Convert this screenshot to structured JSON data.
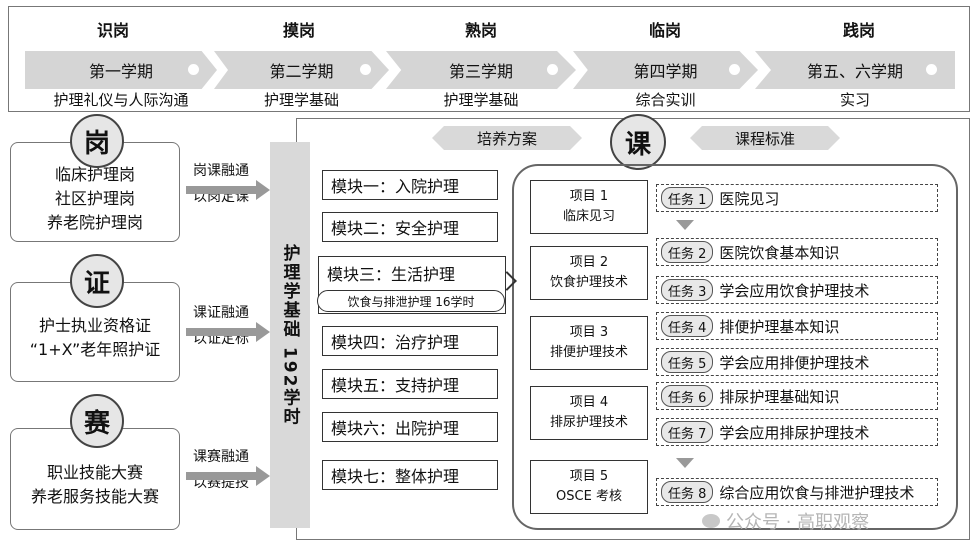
{
  "stages": [
    {
      "name": "识岗",
      "term": "第一学期",
      "course": "护理礼仪与人际沟通"
    },
    {
      "name": "摸岗",
      "term": "第二学期",
      "course": "护理学基础"
    },
    {
      "name": "熟岗",
      "term": "第三学期",
      "course": "护理学基础"
    },
    {
      "name": "临岗",
      "term": "第四学期",
      "course": "综合实训"
    },
    {
      "name": "践岗",
      "term": "第五、六学期",
      "course": "实习"
    }
  ],
  "left": {
    "gang": {
      "symbol": "岗",
      "lines": [
        "临床护理岗",
        "社区护理岗",
        "养老院护理岗"
      ],
      "mech": [
        "岗课融通",
        "以岗定课"
      ]
    },
    "zheng": {
      "symbol": "证",
      "lines": [
        "护士执业资格证",
        "“1+X”老年照护证"
      ],
      "mech": [
        "课证融通",
        "以证定标"
      ]
    },
    "sai": {
      "symbol": "赛",
      "lines": [
        "职业技能大赛",
        "养老服务技能大赛"
      ],
      "mech": [
        "课赛融通",
        "以赛提技"
      ]
    }
  },
  "center": {
    "text": "护理学基础 192学时"
  },
  "header": {
    "left": "培养方案",
    "symbol": "课",
    "right": "课程标准"
  },
  "modules": [
    "模块一：入院护理",
    "模块二：安全护理",
    "模块三：生活护理",
    "模块四：治疗护理",
    "模块五：支持护理",
    "模块六：出院护理",
    "模块七：整体护理"
  ],
  "module_sub": "饮食与排泄护理 16学时",
  "projects": [
    {
      "label": "项目 1",
      "name": "临床见习"
    },
    {
      "label": "项目 2",
      "name": "饮食护理技术"
    },
    {
      "label": "项目 3",
      "name": "排便护理技术"
    },
    {
      "label": "项目 4",
      "name": "排尿护理技术"
    },
    {
      "label": "项目 5",
      "name": "OSCE 考核"
    }
  ],
  "tasks": [
    {
      "tag": "任务 1",
      "text": "医院见习"
    },
    {
      "tag": "任务 2",
      "text": "医院饮食基本知识"
    },
    {
      "tag": "任务 3",
      "text": "学会应用饮食护理技术"
    },
    {
      "tag": "任务 4",
      "text": "排便护理基本知识"
    },
    {
      "tag": "任务 5",
      "text": "学会应用排便护理技术"
    },
    {
      "tag": "任务 6",
      "text": "排尿护理基础知识"
    },
    {
      "tag": "任务 7",
      "text": "学会应用排尿护理技术"
    },
    {
      "tag": "任务 8",
      "text": "综合应用饮食与排泄护理技术"
    }
  ],
  "watermark": "公众号 · 高职观察"
}
